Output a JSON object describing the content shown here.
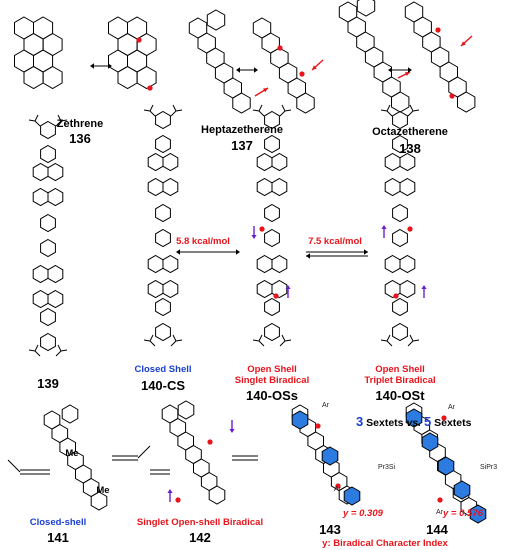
{
  "row1": {
    "zethrene": {
      "name": "Zethrene",
      "number": "136"
    },
    "heptazethrene": {
      "name": "Heptazetherene",
      "number": "137"
    },
    "octazethrene": {
      "name": "Octazetherene",
      "number": "138"
    }
  },
  "row2": {
    "c139": {
      "number": "139"
    },
    "c140cs": {
      "state": "Closed Shell",
      "number": "140-CS"
    },
    "c140oss": {
      "state_line1": "Open Shell",
      "state_line2": "Singlet Biradical",
      "number": "140-OSs"
    },
    "c140ost": {
      "state_line1": "Open Shell",
      "state_line2": "Triplet Biradical",
      "number": "140-OSt"
    },
    "energy_left": "5.8 kcal/mol",
    "energy_right": "7.5 kcal/mol"
  },
  "row3": {
    "c141": {
      "state": "Closed-shell",
      "number": "141",
      "me1": "Me",
      "me2": "Me"
    },
    "c142": {
      "state": "Singlet Open-shell Biradical",
      "number": "142"
    },
    "sextets": {
      "left_num": "3",
      "left_word": " Sextets ",
      "vs": "vs.",
      "right_num": "5",
      "right_word": " Sextets"
    },
    "c143": {
      "number": "143",
      "y_value": "y = 0.309",
      "ar_top": "Ar",
      "ar_bot": "Ar"
    },
    "c144": {
      "number": "144",
      "y_value": "y = 0.576",
      "ar_top": "Ar",
      "ar_bot": "Ar",
      "tips_left": "Pr3Si",
      "tips_right": "SiPr3"
    },
    "footnote": "y: Biradical Character Index"
  },
  "colors": {
    "red": "#e8141b",
    "blue": "#1a3fd0",
    "ring_blue": "#2c7be0",
    "arrow_purple": "#6a1fd0",
    "magenta": "#e0408a"
  }
}
